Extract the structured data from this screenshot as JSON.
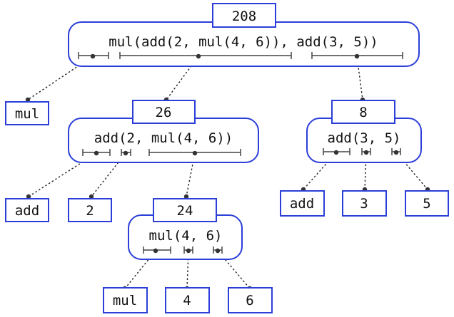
{
  "root": {
    "value": "208",
    "expression": "mul(add(2, mul(4, 6)), add(3, 5))"
  },
  "left_leaf": {
    "text": "mul"
  },
  "add_2_mul": {
    "value": "26",
    "expression": "add(2, mul(4, 6))",
    "leaves": [
      "add",
      "2"
    ]
  },
  "mul_4_6": {
    "value": "24",
    "expression": "mul(4, 6)",
    "leaves": [
      "mul",
      "4",
      "6"
    ]
  },
  "add_3_5": {
    "value": "8",
    "expression": "add(3, 5)",
    "leaves": [
      "add",
      "3",
      "5"
    ]
  },
  "colors": {
    "box_border": "#2b3fd8",
    "text": "#111111",
    "connector": "#222222"
  }
}
